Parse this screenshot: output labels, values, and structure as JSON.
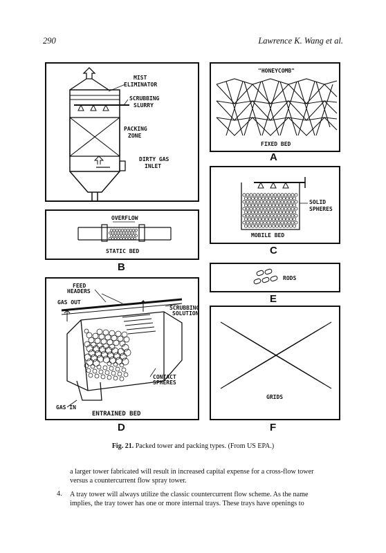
{
  "header": {
    "page_number": "290",
    "authors": "Lawrence K. Wang et al."
  },
  "figure": {
    "panel_A": {
      "labels": {
        "mist": "MIST",
        "eliminator": "ELIMINATOR",
        "scrubbing": "SCRUBBING",
        "slurry": "SLURRY",
        "packing": "PACKING",
        "zone": "ZONE",
        "dirty_gas": "DIRTY GAS",
        "inlet": "INLET"
      }
    },
    "panel_honeycomb": {
      "title": "\"HONEYCOMB\"",
      "caption": "FIXED BED"
    },
    "letter_A": "A",
    "panel_C": {
      "solid": "SOLID",
      "spheres": "SPHERES",
      "caption": "MOBILE BED"
    },
    "letter_C": "C",
    "panel_B": {
      "overflow": "OVERFLOW",
      "caption": "STATIC BED"
    },
    "letter_B": "B",
    "panel_E": {
      "caption": "RODS"
    },
    "letter_E": "E",
    "panel_D": {
      "feed": "FEED",
      "headers": "HEADERS",
      "gas_out": "GAS OUT",
      "scrubbing": "SCRUBBING",
      "solution": "SOLUTION",
      "contact": "CONTACT",
      "spheres": "SPHERES",
      "gas_in": "GAS IN",
      "caption": "ENTRAINED BED"
    },
    "letter_D": "D",
    "panel_F": {
      "caption": "GRIDS"
    },
    "letter_F": "F",
    "caption_label": "Fig. 21.",
    "caption_text": "Packed tower and packing types. (From US EPA.)"
  },
  "body": {
    "para1_line1": "a larger tower fabricated will result in increased capital expense for a cross-flow tower",
    "para1_line2": "versus a countercurrent flow spray tower.",
    "item4_number": "4.",
    "item4_line1": "A tray tower will always utilize the classic countercurrent flow scheme. As the name",
    "item4_line2": "implies, the tray tower has one or more internal trays. These trays have openings to"
  }
}
